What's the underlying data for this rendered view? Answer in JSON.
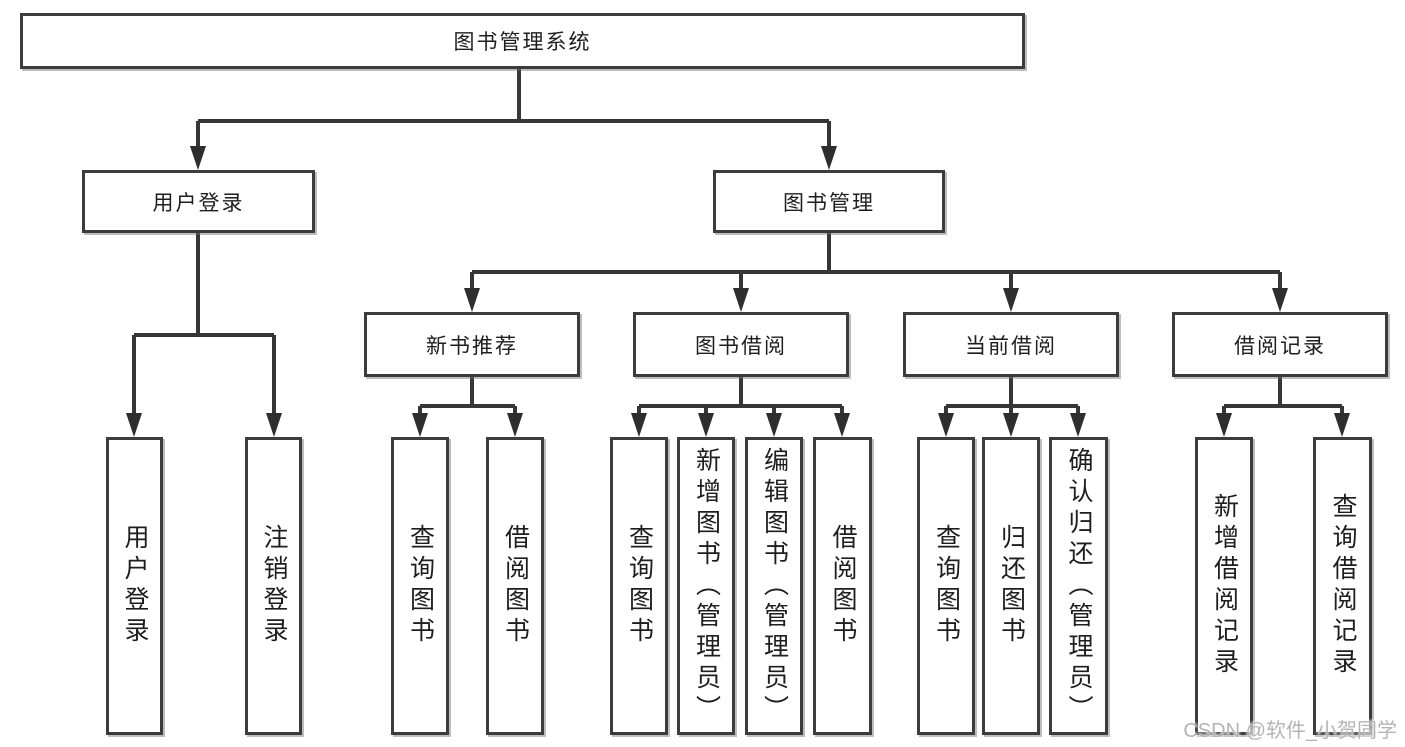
{
  "tree": {
    "root": {
      "label": "图书管理系统",
      "children": [
        {
          "label": "用户登录",
          "children": [
            {
              "label": "用户登录"
            },
            {
              "label": "注销登录"
            }
          ]
        },
        {
          "label": "图书管理",
          "children": [
            {
              "label": "新书推荐",
              "children": [
                {
                  "label": "查询图书"
                },
                {
                  "label": "借阅图书"
                }
              ]
            },
            {
              "label": "图书借阅",
              "children": [
                {
                  "label": "查询图书"
                },
                {
                  "label": "新增图书（管理员）"
                },
                {
                  "label": "编辑图书（管理员）"
                },
                {
                  "label": "借阅图书"
                }
              ]
            },
            {
              "label": "当前借阅",
              "children": [
                {
                  "label": "查询图书"
                },
                {
                  "label": "归还图书"
                },
                {
                  "label": "确认归还（管理员）"
                }
              ]
            },
            {
              "label": "借阅记录",
              "children": [
                {
                  "label": "新增借阅记录"
                },
                {
                  "label": "查询借阅记录"
                }
              ]
            }
          ]
        }
      ]
    }
  },
  "watermark": {
    "text": "CSDN @软件_小贺同学"
  },
  "colors": {
    "box_border": "#3c3c3c",
    "connector": "#363636",
    "text": "#1e1e1e",
    "watermark": "#b4b4b4",
    "background": "#ffffff"
  }
}
